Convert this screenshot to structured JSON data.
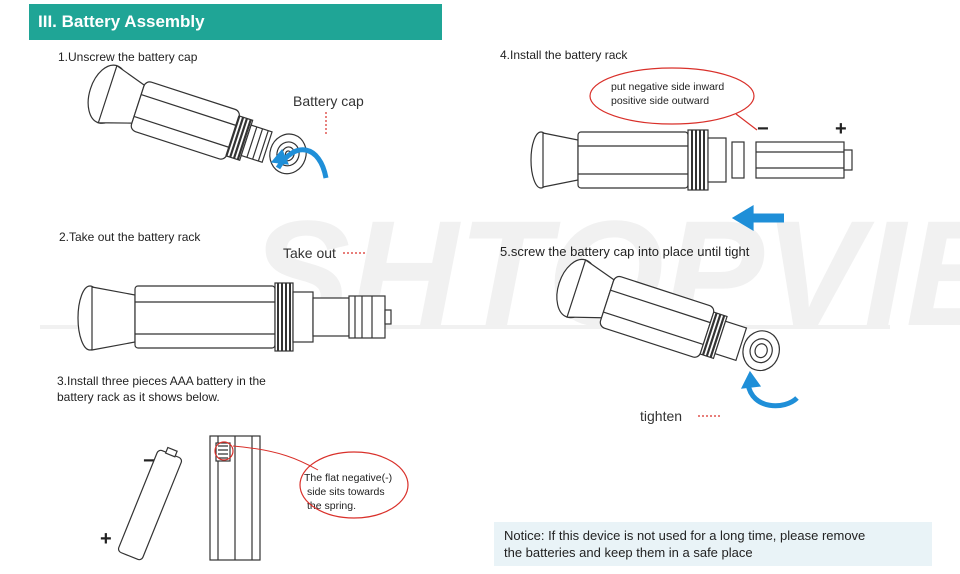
{
  "header": {
    "title": "III. Battery Assembly"
  },
  "steps": {
    "s1": "1.Unscrew the battery cap",
    "s2": "2.Take out the battery rack",
    "s3_line1": "3.Install three pieces AAA battery in the",
    "s3_line2": "battery rack as it shows below.",
    "s4": "4.Install the battery rack",
    "s5": "5.screw the battery cap into  place until tight"
  },
  "labels": {
    "battery_cap": "Battery cap",
    "take_out": "Take out",
    "tighten": "tighten",
    "minus": "−",
    "plus": "+"
  },
  "callouts": {
    "rack_line1": "put  negative side inward",
    "rack_line2": "positive side outward",
    "spring_line1": "The flat negative(-)",
    "spring_line2": "side sits towards",
    "spring_line3": "the spring."
  },
  "watermark": "SHTOPVIEW",
  "notice": {
    "line1": "Notice: If this device is not used for a long time, please remove",
    "line2": "the batteries and keep them in a safe place"
  },
  "colors": {
    "accent": "#1fa596",
    "arrow": "#1f8fd8",
    "callout": "#d9302a",
    "notice_bg": "#e9f3f7"
  },
  "icons": [
    "rotate-arrow-icon",
    "left-arrow-icon",
    "dotted-arrow-icon"
  ]
}
